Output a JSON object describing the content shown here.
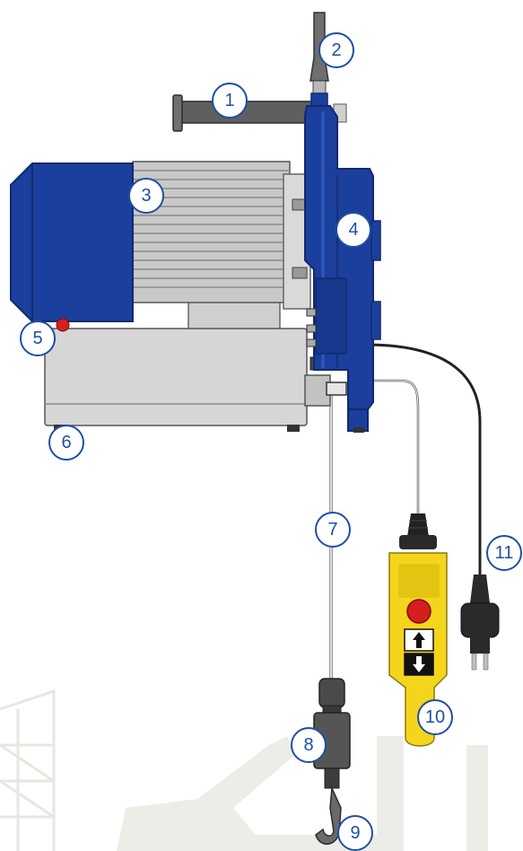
{
  "colors": {
    "frame_blue": "#1b3f9c",
    "frame_blue_dark": "#122a6e",
    "motor_grey": "#c9c9c9",
    "housing_grey": "#d6d6d6",
    "pendant_yellow": "#f5d51b",
    "stop_red": "#d71e1e",
    "cable_dark": "#222222",
    "callout_blue": "#1f4fa3",
    "background_silhouette": "#ecede7"
  },
  "parts": [
    {
      "number": "1",
      "component": "crank-handle"
    },
    {
      "number": "2",
      "component": "top-suspension-hook"
    },
    {
      "number": "3",
      "component": "electric-motor"
    },
    {
      "number": "4",
      "component": "blue-frame-gearbox"
    },
    {
      "number": "5",
      "component": "red-button"
    },
    {
      "number": "6",
      "component": "foot"
    },
    {
      "number": "7",
      "component": "wire-rope"
    },
    {
      "number": "8",
      "component": "weight"
    },
    {
      "number": "9",
      "component": "load-hook"
    },
    {
      "number": "10",
      "component": "control-pendant"
    },
    {
      "number": "11",
      "component": "power-plug"
    }
  ],
  "pendant_icons": [
    "arrow-up-icon",
    "arrow-down-icon"
  ]
}
